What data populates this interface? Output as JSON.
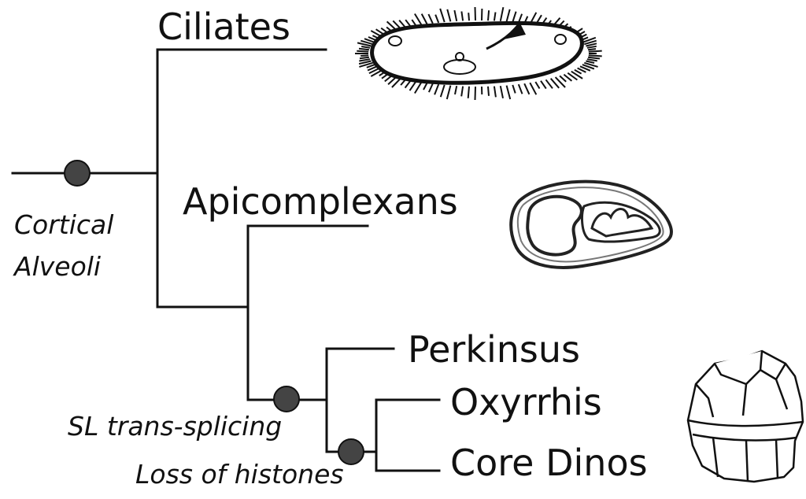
{
  "taxa": {
    "ciliates": "Ciliates",
    "apicomplexans": "Apicomplexans",
    "perkinsus": "Perkinsus",
    "oxyrrhis": "Oxyrrhis",
    "core_dinos": "Core Dinos"
  },
  "events": {
    "cortical_alveoli": [
      "Cortical",
      "Alveoli"
    ],
    "sl_trans_splicing": "SL trans-splicing",
    "loss_of_histones": "Loss of histones"
  },
  "colors": {
    "line": "#111111",
    "node": "#444444"
  },
  "icons": [
    "ciliate-illustration",
    "apicomplexan-illustration",
    "dinoflagellate-illustration"
  ]
}
